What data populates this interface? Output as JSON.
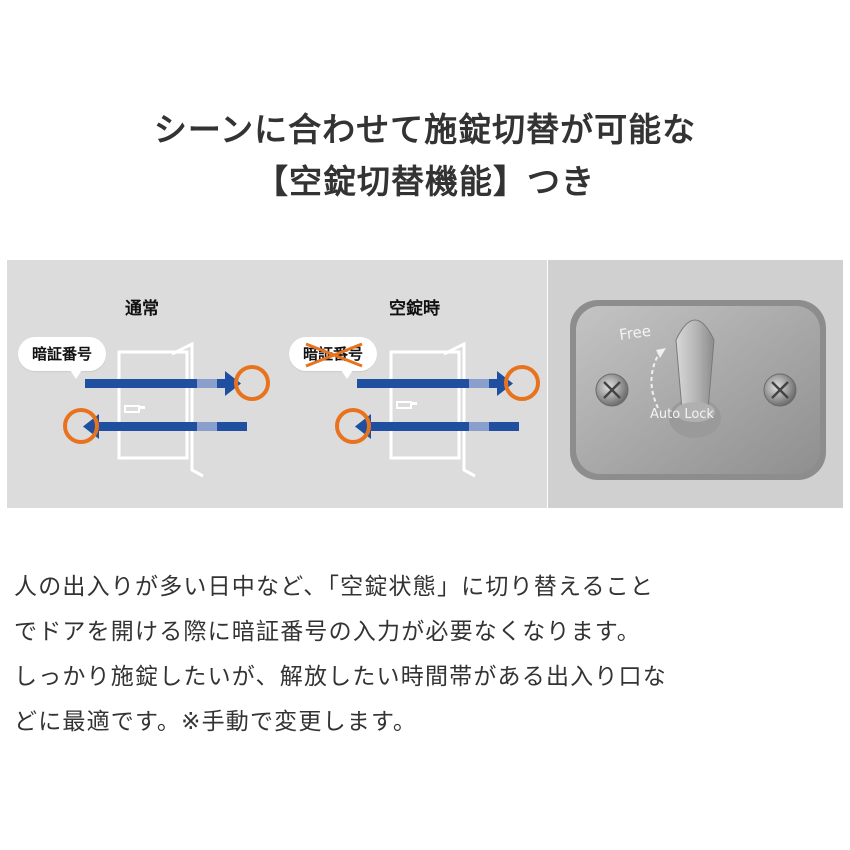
{
  "heading": {
    "line1": "シーンに合わせて施錠切替が可能な",
    "line2": "【空錠切替機能】つき"
  },
  "diagram": {
    "normal": {
      "title": "通常",
      "code_label": "暗証番号"
    },
    "free": {
      "title": "空錠時",
      "code_label": "暗証番号"
    },
    "colors": {
      "arrow": "#1f4f9e",
      "circle": "#e8731e",
      "cross": "#e8731e",
      "door": "#ffffff"
    }
  },
  "lock_photo": {
    "label_free": "Free",
    "label_autolock": "Auto Lock",
    "icons": [
      "screw-icon",
      "thumb-turn-icon",
      "rotation-arrow-icon"
    ]
  },
  "description": {
    "line1": "人の出入りが多い日中など、「空錠状態」に切り替えること",
    "line2": "でドアを開ける際に暗証番号の入力が必要なくなります。",
    "line3": "しっかり施錠したいが、解放したい時間帯がある出入り口な",
    "line4": "どに最適です。※手動で変更します。"
  }
}
